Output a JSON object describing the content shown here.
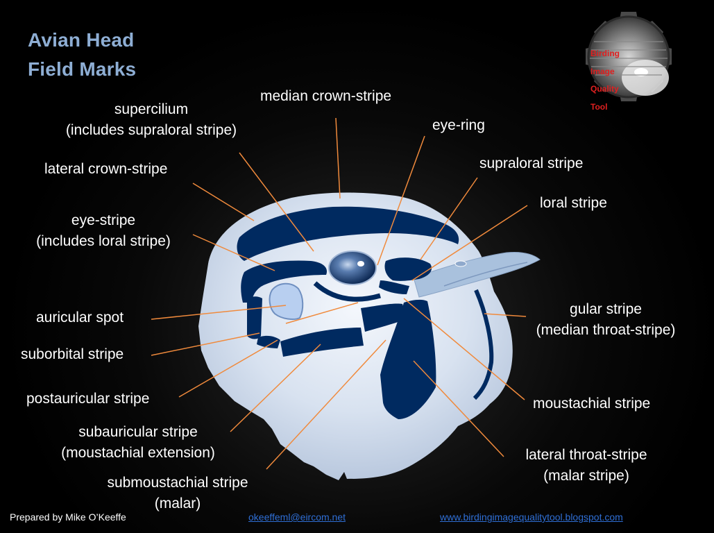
{
  "title": {
    "line1": "Avian Head",
    "line2": "Field Marks"
  },
  "labels": {
    "median_crown_stripe": "median crown-stripe",
    "supercilium": "supercilium",
    "supercilium_note": "(includes supraloral stripe)",
    "eye_ring": "eye-ring",
    "lateral_crown_stripe": "lateral crown-stripe",
    "supraloral_stripe": "supraloral stripe",
    "loral_stripe": "loral stripe",
    "eye_stripe": "eye-stripe",
    "eye_stripe_note": "(includes loral stripe)",
    "auricular_spot": "auricular spot",
    "gular_stripe": "gular stripe",
    "gular_stripe_note": "(median throat-stripe)",
    "suborbital_stripe": "suborbital stripe",
    "postauricular_stripe": "postauricular stripe",
    "moustachial_stripe": "moustachial stripe",
    "subauricular_stripe": "subauricular stripe",
    "subauricular_stripe_note": "(moustachial extension)",
    "lateral_throat_stripe": "lateral throat-stripe",
    "lateral_throat_stripe_note": "(malar stripe)",
    "submoustachial_stripe": "submoustachial stripe",
    "submoustachial_stripe_note": "(malar)"
  },
  "logo": {
    "line1": "Birding",
    "line2": "Image",
    "line3": "Quality",
    "line4": "Tool"
  },
  "footer": {
    "credit": "Prepared by Mike O’Keeffe",
    "email": "okeeffeml@eircom.net",
    "website": "www.birdingimagequalitytool.blogspot.com"
  },
  "colors": {
    "title": "#8eaed4",
    "label": "#ffffff",
    "stripe": "#002a60",
    "feather": "#d8e2f0",
    "bill": "#a9c1dd",
    "leader_line": "#f08a3c",
    "link": "#2f6fd6",
    "logo_text": "#e02020"
  }
}
